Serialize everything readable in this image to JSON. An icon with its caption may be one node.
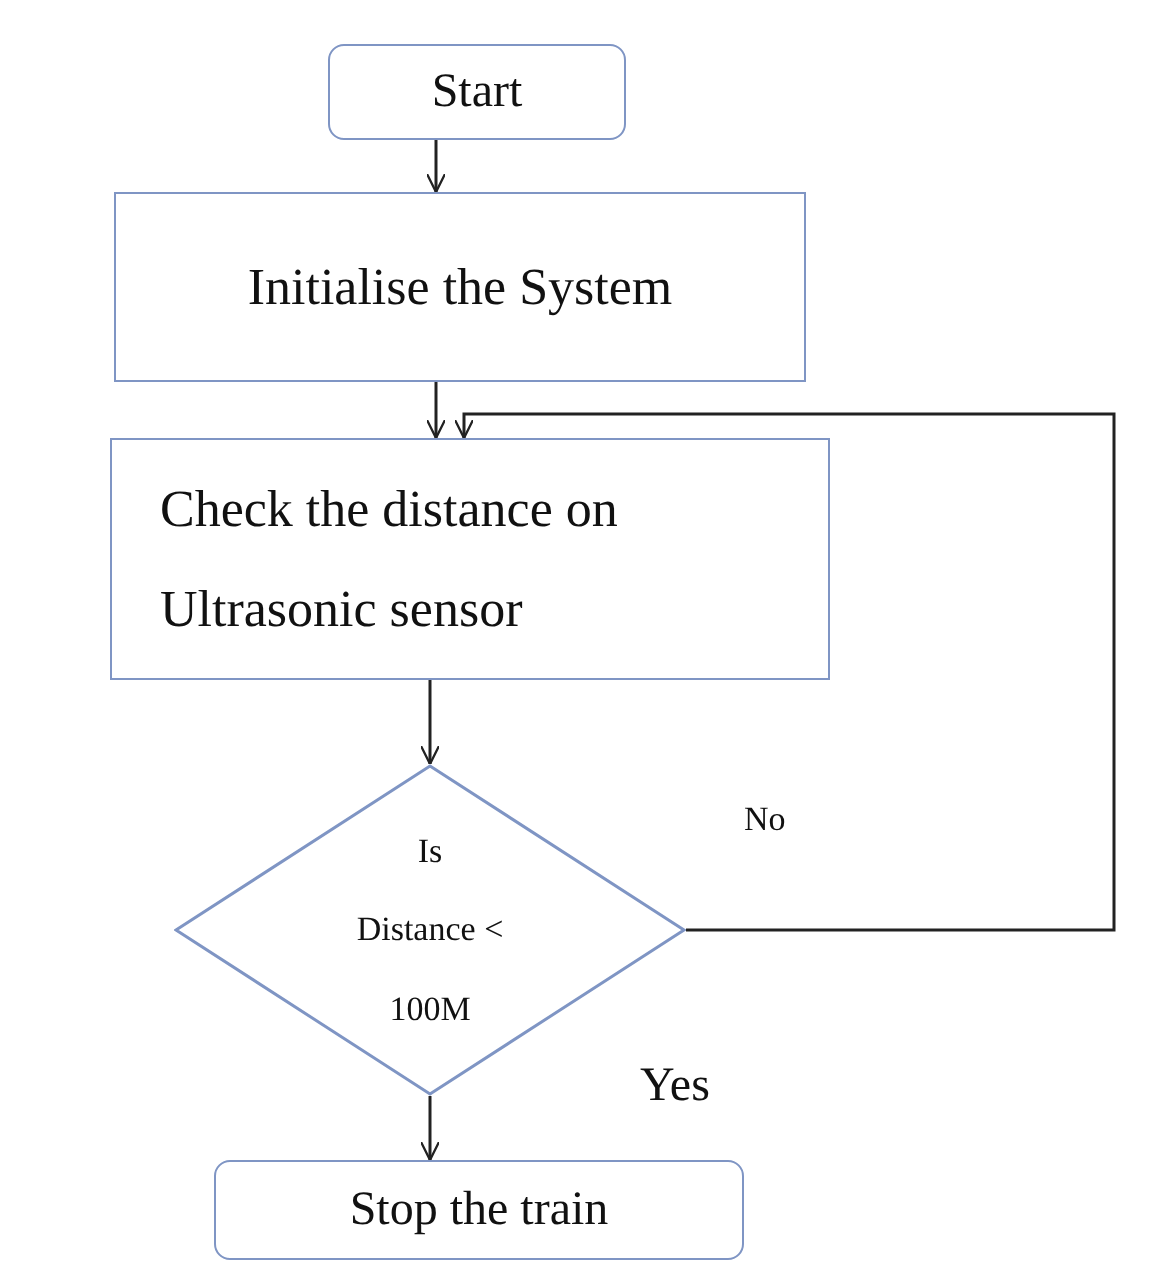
{
  "diagram": {
    "nodes": [
      {
        "text": [
          "Start"
        ]
      },
      {
        "text": [
          "Initialise the System"
        ]
      },
      {
        "text": [
          "Check the distance on Ultrasonic sensor"
        ]
      },
      {
        "text": [
          "Is Distance < 100M"
        ]
      },
      {
        "text": [
          "Stop the train"
        ]
      }
    ],
    "edges": [
      {
        "from": 0,
        "to": 1,
        "arrow": "to"
      },
      {
        "from": 1,
        "to": 2,
        "arrow": "to"
      },
      {
        "from": 2,
        "to": 3,
        "arrow": "to"
      },
      {
        "from": 3,
        "to": 2,
        "arrow": "to",
        "label": "No"
      },
      {
        "from": 3,
        "to": 4,
        "arrow": "to",
        "label": "Yes"
      }
    ]
  }
}
